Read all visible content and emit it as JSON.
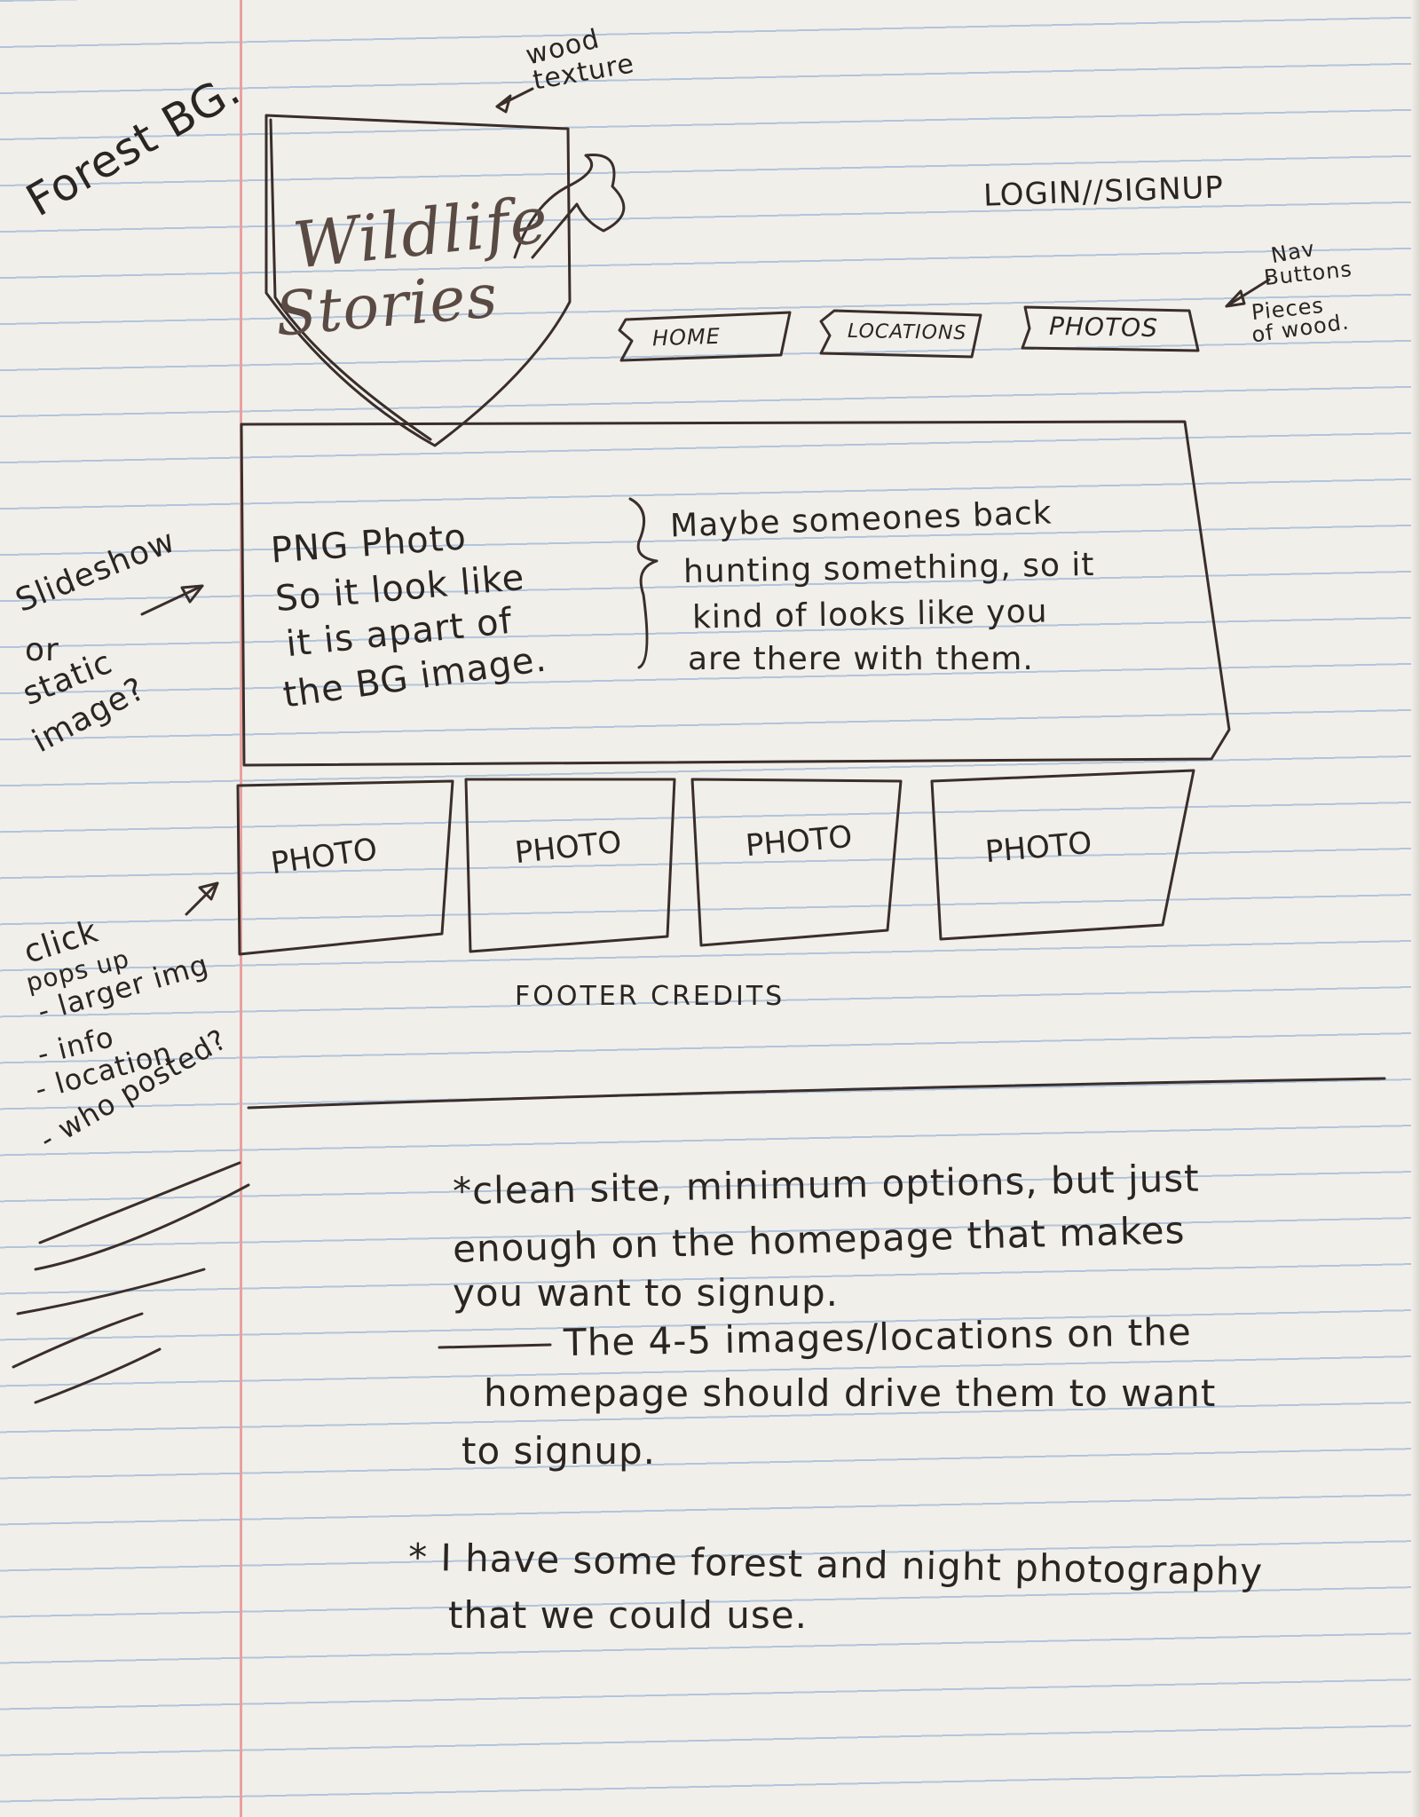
{
  "logo": {
    "line1": "Wildlife",
    "line2": "Stories",
    "wood_note_line1": "wood",
    "wood_note_line2": "texture"
  },
  "annotations": {
    "forest_bg": "Forest BG.",
    "nav_note_line1": "Nav",
    "nav_note_line2": "Buttons",
    "nav_note_line3": "Pieces",
    "nav_note_line4": "of wood.",
    "slideshow_line1": "Slideshow",
    "slideshow_line2": "or",
    "slideshow_line3": "static",
    "slideshow_line4": "image?",
    "click_line1": "click",
    "click_line2": "pops up",
    "click_line3": "- larger img",
    "click_line4": "- info",
    "click_line5": "- location",
    "click_line6": "- who posted?"
  },
  "header": {
    "login_signup": "LOGIN//SIGNUP"
  },
  "nav": {
    "items": [
      {
        "label": "HOME"
      },
      {
        "label": "LOCATIONS"
      },
      {
        "label": "PHOTOS"
      }
    ]
  },
  "hero": {
    "left_line1": "PNG Photo",
    "left_line2": "So it look like",
    "left_line3": "it is apart of",
    "left_line4": "the BG image.",
    "right_line1": "Maybe someones back",
    "right_line2": "hunting something, so it",
    "right_line3": "kind of looks like you",
    "right_line4": "are there with them."
  },
  "photos": [
    {
      "label": "PHOTO"
    },
    {
      "label": "PHOTO"
    },
    {
      "label": "PHOTO"
    },
    {
      "label": "PHOTO"
    }
  ],
  "footer": {
    "credits": "FOOTER CREDITS"
  },
  "notes": {
    "note1_line1": "*clean site, minimum options, but just",
    "note1_line2": "enough on the homepage that makes",
    "note1_line3": "you want to signup.",
    "note1_line4": "The 4-5 images/locations on the",
    "note1_line5": "homepage should drive them to want",
    "note1_line6": "to signup.",
    "note2_line1": "* I have some forest and night photography",
    "note2_line2": "that we could use."
  },
  "colors": {
    "ink": "#2b2522",
    "rule": "#9db6d6",
    "margin": "#e9a0a0",
    "paper": "#f1efea"
  }
}
